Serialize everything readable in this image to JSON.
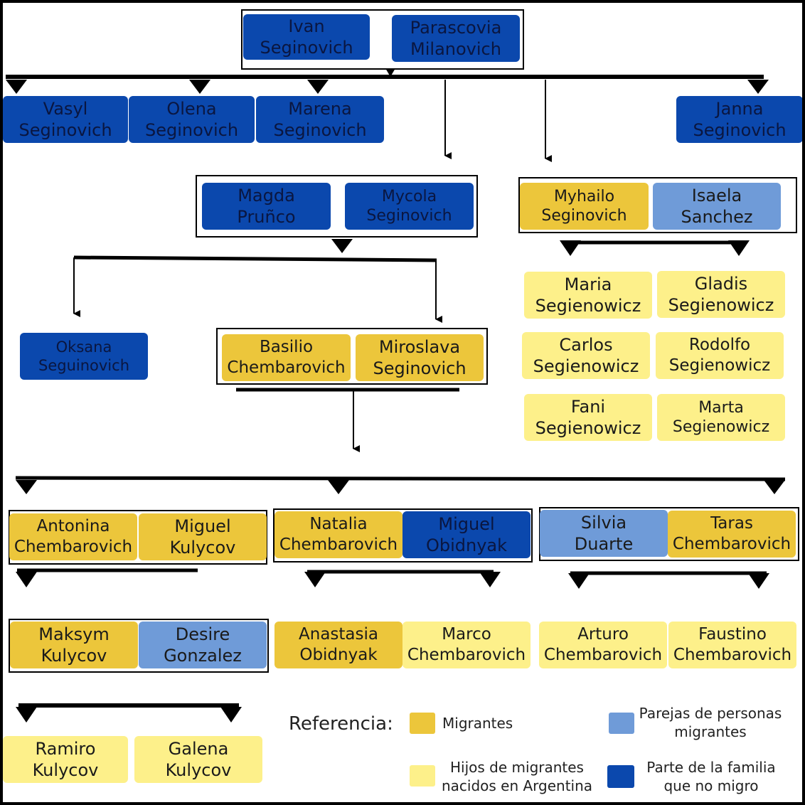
{
  "colors": {
    "no_migro": "#0b48ad",
    "migrantes": "#ecc63b",
    "parejas": "#6f9bd8",
    "hijos": "#fdf08a"
  },
  "people": {
    "ivan": [
      "Ivan",
      "Seginovich"
    ],
    "parascovia": [
      "Parascovia",
      "Milanovich"
    ],
    "vasyl": [
      "Vasyl",
      "Seginovich"
    ],
    "olena": [
      "Olena",
      "Seginovich"
    ],
    "marena": [
      "Marena",
      "Seginovich"
    ],
    "janna": [
      "Janna",
      "Seginovich"
    ],
    "magda": [
      "Magda",
      "Pruñco"
    ],
    "mycola": [
      "Mycola",
      "Seginovich"
    ],
    "myhailo": [
      "Myhailo",
      "Seginovich"
    ],
    "isaela": [
      "Isaela",
      "Sanchez"
    ],
    "oksana": [
      "Oksana",
      "Seguinovich"
    ],
    "basilio": [
      "Basilio",
      "Chembarovich"
    ],
    "miroslava": [
      "Miroslava",
      "Seginovich"
    ],
    "maria": [
      "Maria",
      "Segienowicz"
    ],
    "gladis": [
      "Gladis",
      "Segienowicz"
    ],
    "carlos": [
      "Carlos",
      "Segienowicz"
    ],
    "rodolfo": [
      "Rodolfo",
      "Segienowicz"
    ],
    "fani": [
      "Fani",
      "Segienowicz"
    ],
    "marta": [
      "Marta",
      "Segienowicz"
    ],
    "antonina": [
      "Antonina",
      "Chembarovich"
    ],
    "miguel_k": [
      "Miguel",
      "Kulycov"
    ],
    "natalia": [
      "Natalia",
      "Chembarovich"
    ],
    "miguel_o": [
      "Miguel",
      "Obidnyak"
    ],
    "silvia": [
      "Silvia",
      "Duarte"
    ],
    "taras": [
      "Taras",
      "Chembarovich"
    ],
    "maksym": [
      "Maksym",
      "Kulycov"
    ],
    "desire": [
      "Desire",
      "Gonzalez"
    ],
    "anastasia": [
      "Anastasia",
      "Obidnyak"
    ],
    "marco": [
      "Marco",
      "Chembarovich"
    ],
    "arturo": [
      "Arturo",
      "Chembarovich"
    ],
    "faustino": [
      "Faustino",
      "Chembarovich"
    ],
    "ramiro": [
      "Ramiro",
      "Kulycov"
    ],
    "galena": [
      "Galena",
      "Kulycov"
    ]
  },
  "legend": {
    "title": "Referencia:",
    "migrantes": "Migrantes",
    "parejas": [
      "Parejas de personas",
      "migrantes"
    ],
    "hijos": [
      "Hijos de migrantes",
      "nacidos en Argentina"
    ],
    "no_migro": [
      "Parte de la familia",
      "que no migro"
    ]
  }
}
